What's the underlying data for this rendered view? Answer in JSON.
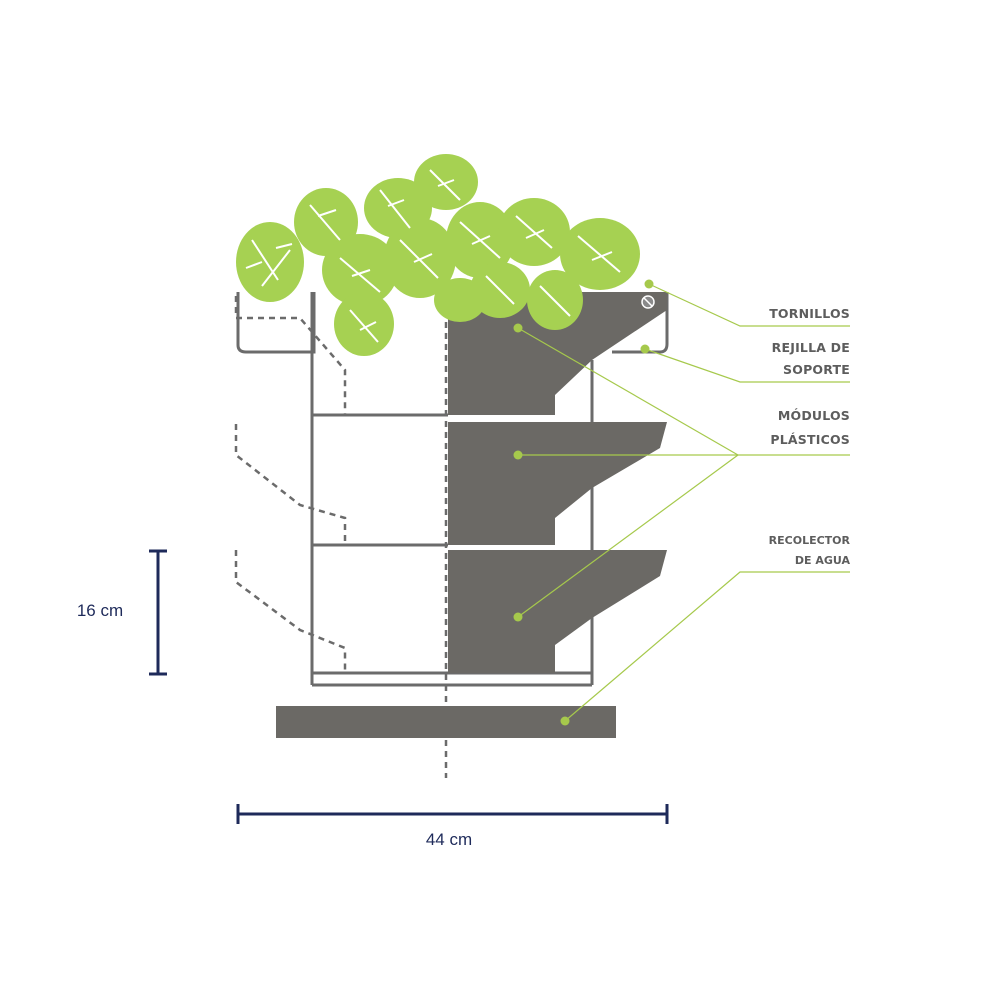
{
  "labels": {
    "tornillos": "TORNILLOS",
    "rejilla_line1": "REJILLA DE",
    "rejilla_line2": "SOPORTE",
    "modulos_line1": "MÓDULOS",
    "modulos_line2": "PLÁSTICOS",
    "recolector_line1": "RECOLECTOR",
    "recolector_line2": "DE AGUA"
  },
  "dimensions": {
    "height_text": "16 cm",
    "width_text": "44 cm"
  },
  "colors": {
    "module_fill": "#6b6965",
    "leader_green": "#a6c94c",
    "leaf_green": "#a6d152",
    "dimension_navy": "#1e2a5a",
    "label_gray": "#5d5d5d"
  }
}
